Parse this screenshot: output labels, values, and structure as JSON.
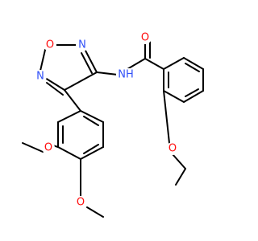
{
  "colors": {
    "bond": "#000000",
    "oxygen": "#ff0d0d",
    "nitrogen": "#3050f8",
    "background": "#ffffff"
  },
  "atoms": {
    "carbonyl_oxygen": "O",
    "amide_nitrogen": "NH",
    "ring_oxygen": "O",
    "ring_nitrogen_1": "N",
    "ring_nitrogen_2": "N",
    "ethoxy_oxygen": "O",
    "methoxy_oxygen_1": "O",
    "methoxy_oxygen_2": "O"
  }
}
